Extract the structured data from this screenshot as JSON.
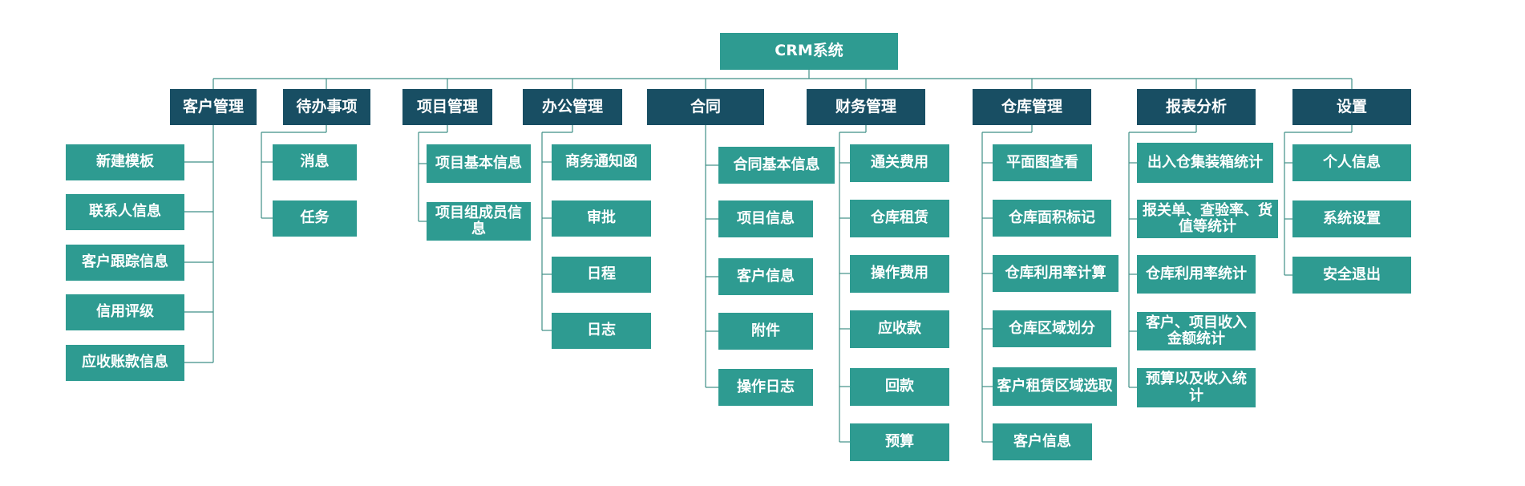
{
  "root": {
    "label": "CRM系统"
  },
  "colors": {
    "root": "#2e9b91",
    "category": "#184e63",
    "leaf": "#2e9b91",
    "line": "#3f8f87"
  },
  "categories": [
    {
      "label": "客户管理",
      "items": [
        "新建模板",
        "联系人信息",
        "客户跟踪信息",
        "信用评级",
        "应收账款信息"
      ]
    },
    {
      "label": "待办事项",
      "items": [
        "消息",
        "任务"
      ]
    },
    {
      "label": "项目管理",
      "items": [
        "项目基本信息",
        "项目组成员信息"
      ]
    },
    {
      "label": "办公管理",
      "items": [
        "商务通知函",
        "审批",
        "日程",
        "日志"
      ]
    },
    {
      "label": "合同",
      "items": [
        "合同基本信息",
        "项目信息",
        "客户信息",
        "附件",
        "操作日志"
      ]
    },
    {
      "label": "财务管理",
      "items": [
        "通关费用",
        "仓库租赁",
        "操作费用",
        "应收款",
        "回款",
        "预算"
      ]
    },
    {
      "label": "仓库管理",
      "items": [
        "平面图查看",
        "仓库面积标记",
        "仓库利用率计算",
        "仓库区域划分",
        "客户租赁区域选取",
        "客户信息"
      ]
    },
    {
      "label": "报表分析",
      "items": [
        "出入仓集装箱统计",
        "报关单、查验率、货值等统计",
        "仓库利用率统计",
        "客户、项目收入金额统计",
        "预算以及收入统计"
      ]
    },
    {
      "label": "设置",
      "items": [
        "个人信息",
        "系统设置",
        "安全退出"
      ]
    }
  ]
}
